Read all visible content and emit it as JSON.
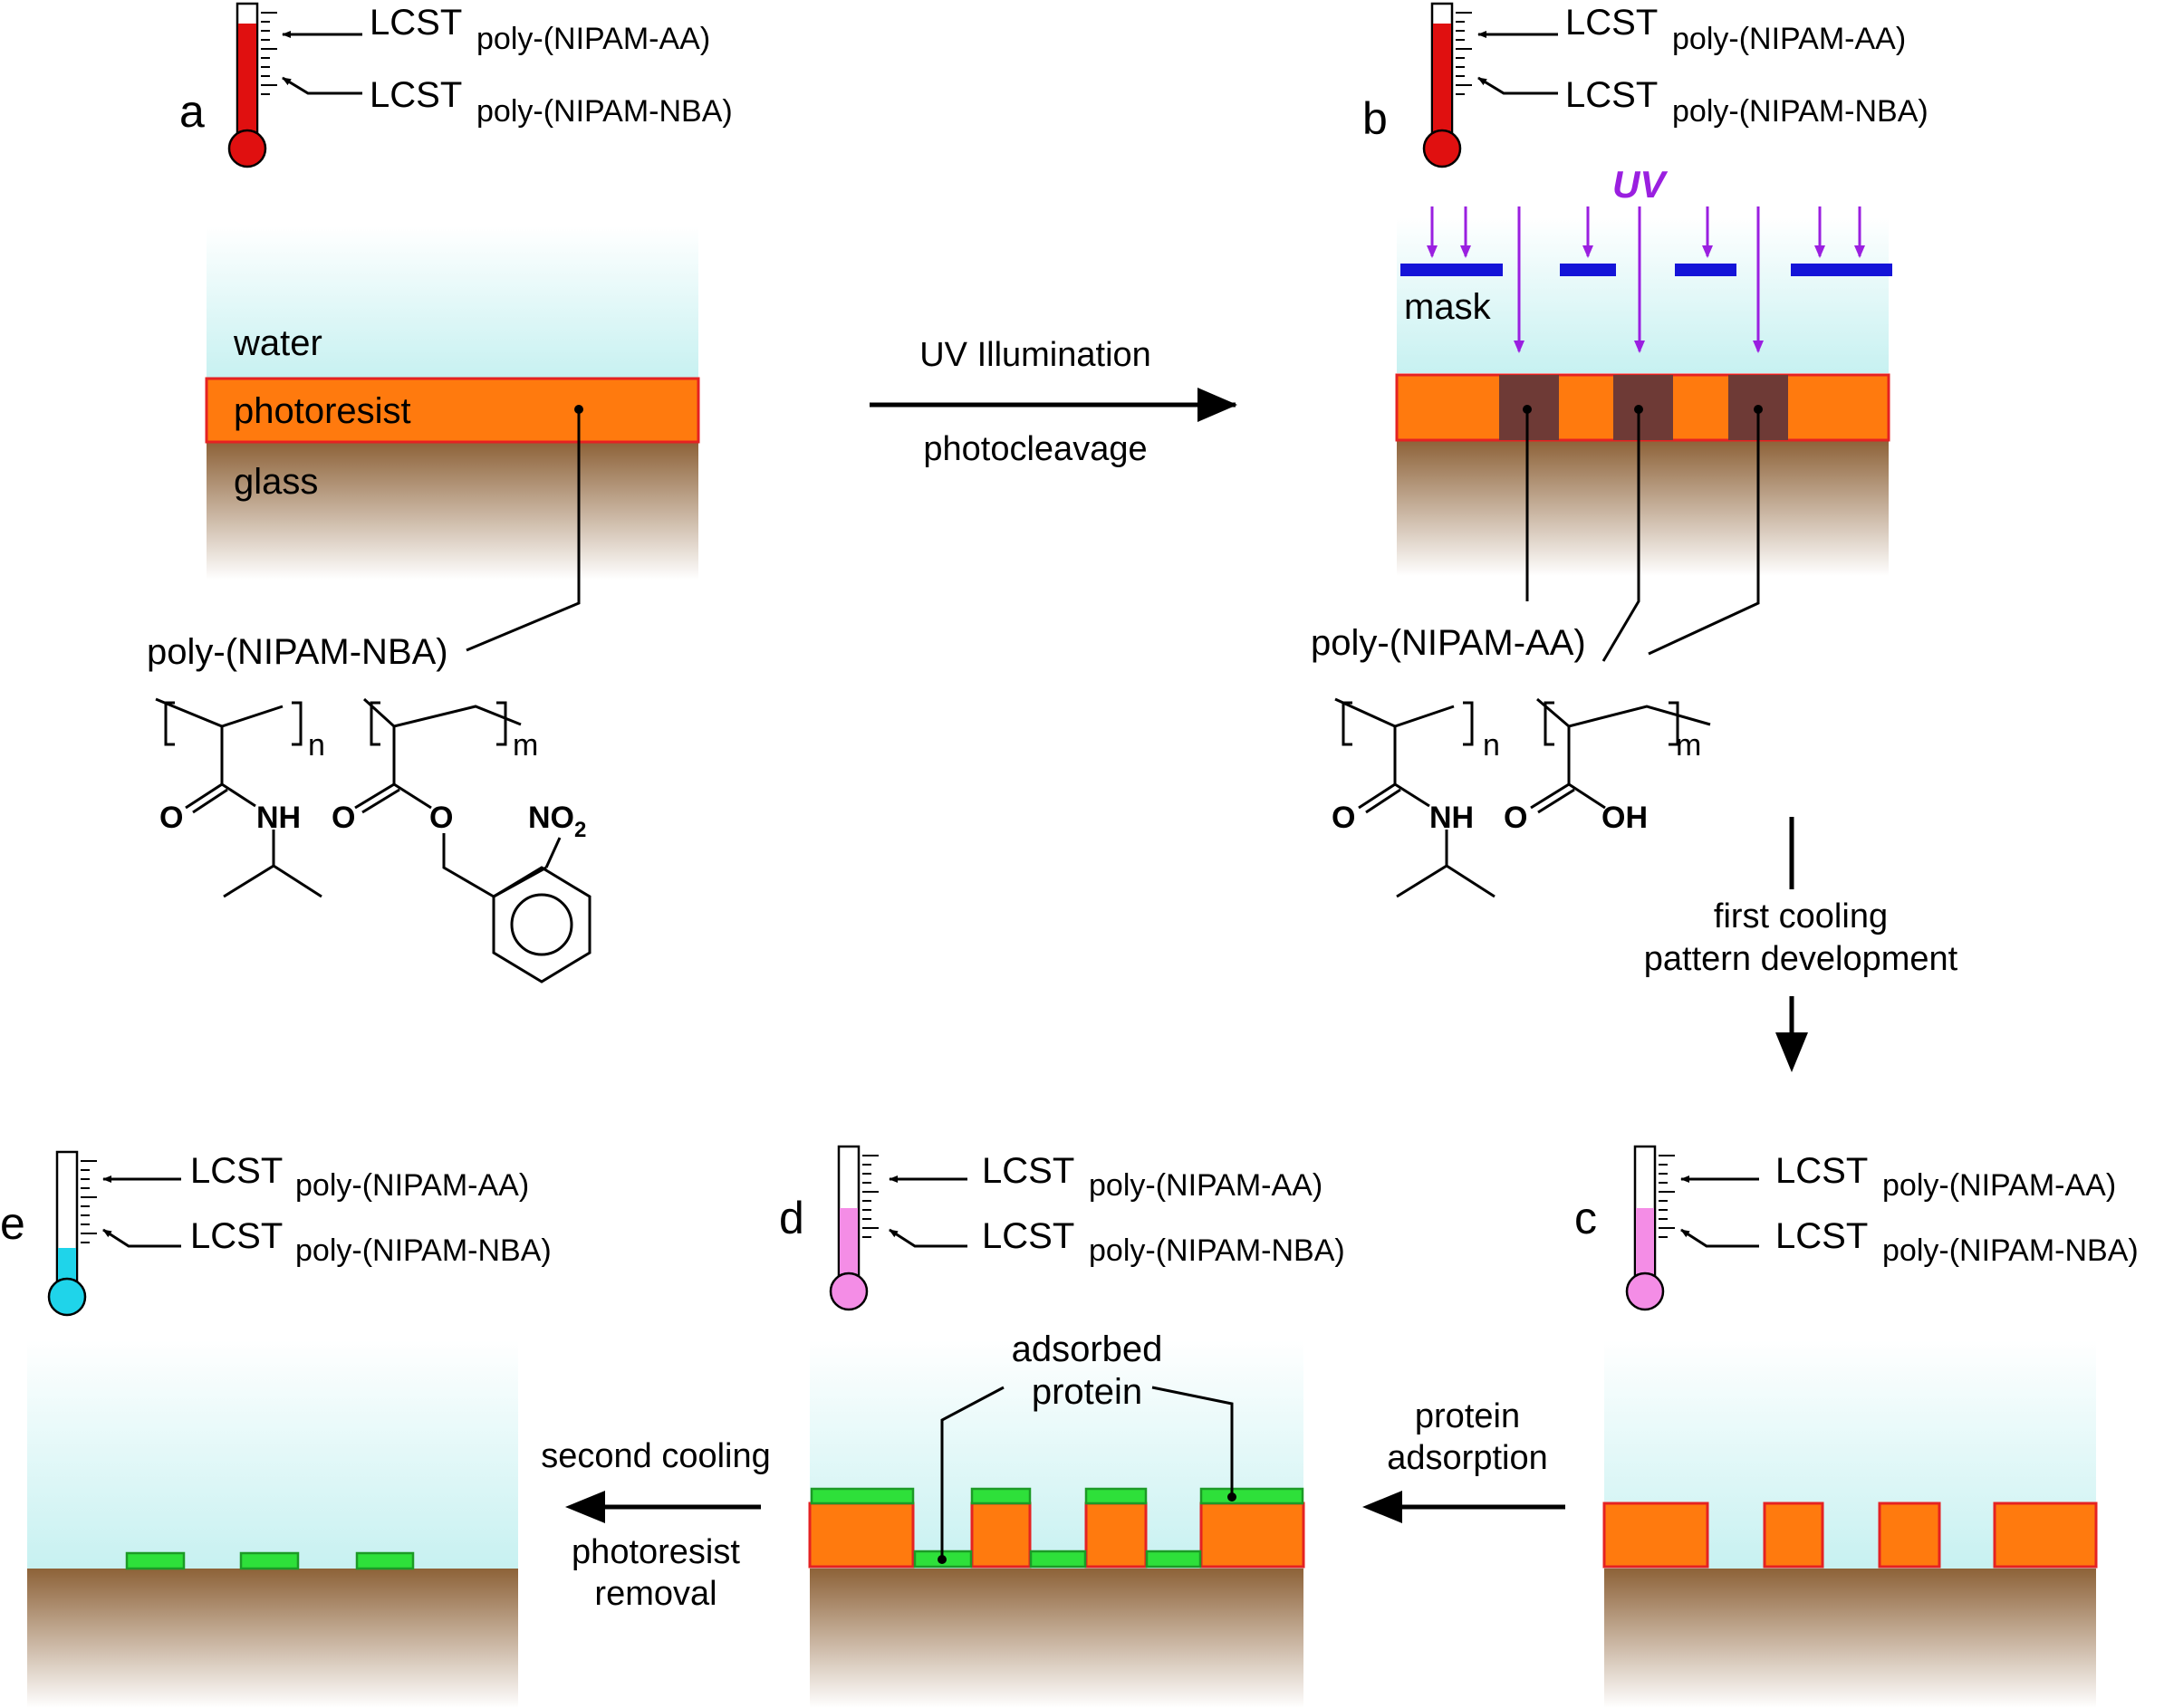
{
  "panels": [
    "a",
    "b",
    "c",
    "d",
    "e"
  ],
  "thermometer": {
    "lcst_label": "LCST",
    "upper_polymer": "poly-(NIPAM-AA)",
    "lower_polymer": "poly-(NIPAM-NBA)",
    "colors": {
      "hot": "#e01010",
      "warm": "#f48de6",
      "cold": "#1fd4ea"
    }
  },
  "layers": {
    "water": "water",
    "photoresist": "photoresist",
    "glass": "glass"
  },
  "labels": {
    "mask": "mask",
    "uv": "UV",
    "polymer_nba": "poly-(NIPAM-NBA)",
    "polymer_aa": "poly-(NIPAM-AA)",
    "adsorbed_protein_line1": "adsorbed",
    "adsorbed_protein_line2": "protein"
  },
  "steps": {
    "uv_illumination": "UV Illumination",
    "photocleavage": "photocleavage",
    "first_cooling": "first cooling",
    "pattern_development": "pattern development",
    "protein_adsorption_1": "protein",
    "protein_adsorption_2": "adsorption",
    "second_cooling": "second cooling",
    "photoresist_removal_1": "photoresist",
    "photoresist_removal_2": "removal"
  },
  "chemistry": {
    "sub_n": "n",
    "sub_m": "m",
    "o": "O",
    "nh": "NH",
    "no2": "NO",
    "no2_sub": "2",
    "oh": "OH"
  },
  "colors": {
    "photoresist": "#ff7a0e",
    "photoresist_border": "#e52222",
    "exposed": "#6e3a36",
    "mask": "#1414d8",
    "uv_arrow": "#9a1fe0",
    "protein": "#2ee03a",
    "glass": "#a07850"
  }
}
